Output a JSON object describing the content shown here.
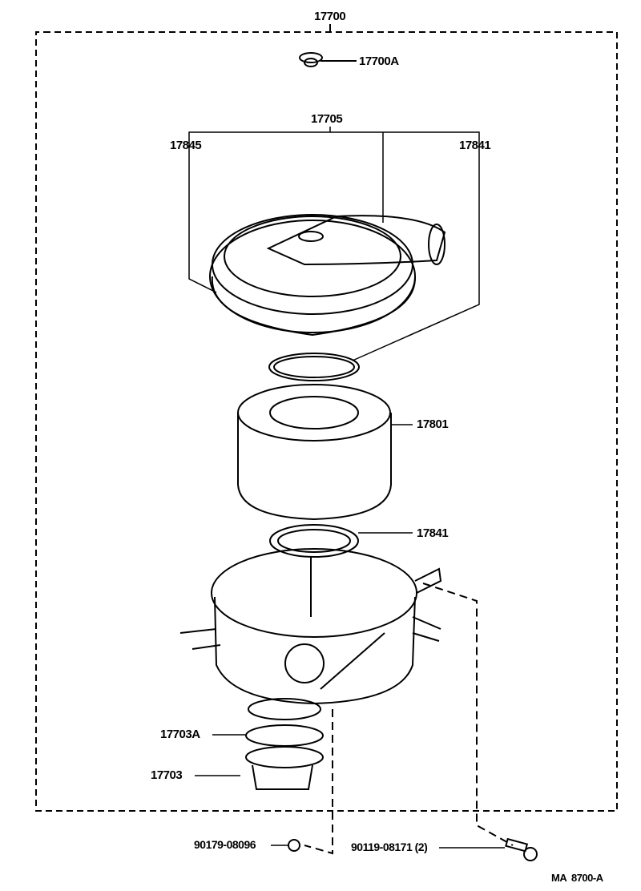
{
  "diagram": {
    "labels": {
      "assembly": "17700",
      "cap": "17700A",
      "cover_assy": "17705",
      "left_sub": "17845",
      "right_sub": "17841",
      "element": "17801",
      "gasket": "17841",
      "hose_band": "17703A",
      "hose": "17703",
      "nut": "90179-08096",
      "bolt": "90119-08171 (2)",
      "figure_code": "MA  8700-A"
    }
  }
}
